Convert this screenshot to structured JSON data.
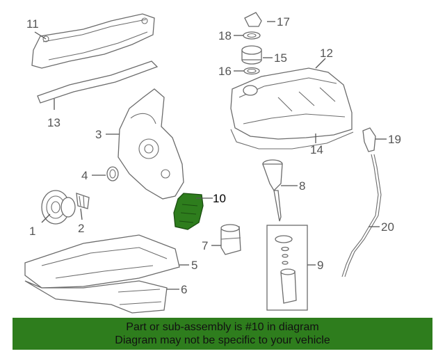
{
  "diagram": {
    "highlight_color": "#2e7d1d",
    "line_color": "#6b6b6b",
    "callouts": [
      {
        "n": "1"
      },
      {
        "n": "2"
      },
      {
        "n": "3"
      },
      {
        "n": "4"
      },
      {
        "n": "5"
      },
      {
        "n": "6"
      },
      {
        "n": "7"
      },
      {
        "n": "8"
      },
      {
        "n": "9"
      },
      {
        "n": "10"
      },
      {
        "n": "11"
      },
      {
        "n": "12"
      },
      {
        "n": "13"
      },
      {
        "n": "14"
      },
      {
        "n": "15"
      },
      {
        "n": "16"
      },
      {
        "n": "17"
      },
      {
        "n": "18"
      },
      {
        "n": "19"
      },
      {
        "n": "20"
      }
    ],
    "highlighted_part": "10"
  },
  "banner": {
    "background": "#2e7d1d",
    "line1": "Part or sub-assembly is #10 in diagram",
    "line2": "Diagram may not be specific to your vehicle"
  }
}
